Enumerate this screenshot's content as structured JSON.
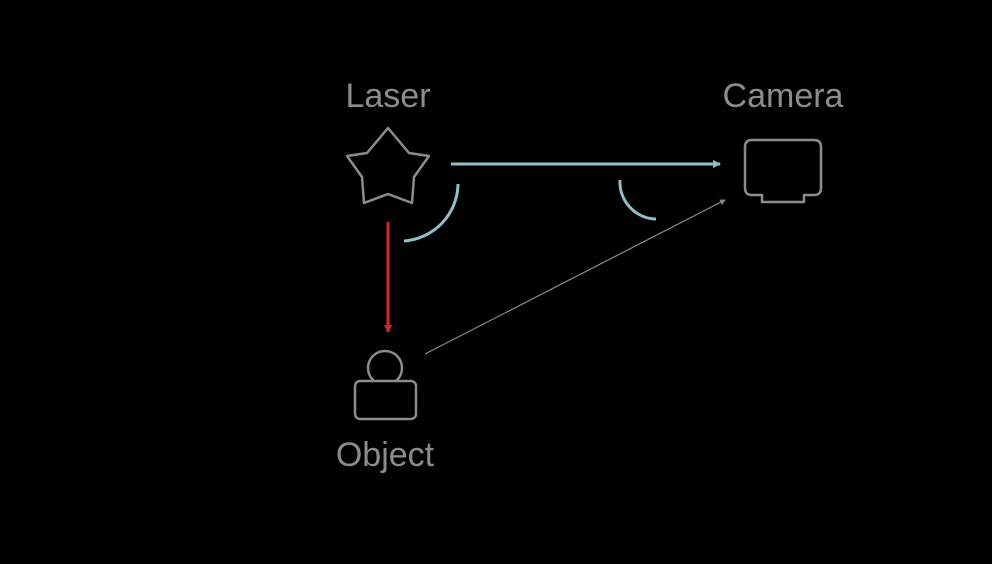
{
  "nodes": {
    "laser": {
      "label": "Laser",
      "icon": "star-icon"
    },
    "camera": {
      "label": "Camera",
      "icon": "camera-icon"
    },
    "object": {
      "label": "Object",
      "icon": "person-icon"
    }
  },
  "edges": [
    {
      "from": "laser",
      "to": "camera",
      "color": "#8fc0cc",
      "style": "arrow"
    },
    {
      "from": "laser",
      "to": "object",
      "color": "#d9262c",
      "style": "arrow"
    },
    {
      "from": "object",
      "to": "camera",
      "color": "#8a8a8a",
      "style": "thin-arrow"
    }
  ],
  "angle_markers": [
    {
      "at": "laser",
      "color": "#8fc0cc"
    },
    {
      "at": "camera",
      "color": "#8fc0cc"
    }
  ],
  "colors": {
    "background": "#000000",
    "icon_stroke": "#8c8c8c",
    "label_text": "#8c8c8c",
    "laser_camera_beam": "#8fc0cc",
    "laser_object_beam": "#d9262c",
    "object_camera_ray": "#8a8a8a"
  }
}
